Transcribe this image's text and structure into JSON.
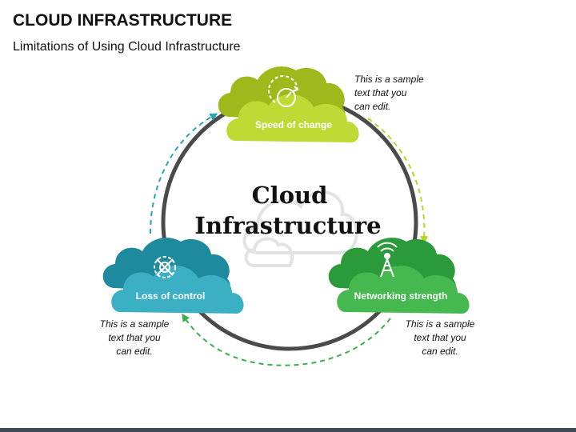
{
  "header": {
    "title": "CLOUD INFRASTRUCTURE",
    "subtitle": "Limitations of Using Cloud Infrastructure"
  },
  "center": {
    "line1": "Cloud",
    "line2": "Infrastructure"
  },
  "nodes": [
    {
      "id": "speed",
      "label": "Speed of change",
      "icon": "speedometer-icon",
      "color": "#b7d32a",
      "note": [
        "This is a sample",
        "text that you",
        "can edit."
      ]
    },
    {
      "id": "loss",
      "label": "Loss of control",
      "icon": "gear-brain-icon",
      "color": "#2aa3b8",
      "note": [
        "This is a sample",
        "text that you",
        "can edit."
      ]
    },
    {
      "id": "network",
      "label": "Networking strength",
      "icon": "antenna-tower-icon",
      "color": "#3aae4a",
      "note": [
        "This is a sample",
        "text that you",
        "can edit."
      ]
    }
  ],
  "colors": {
    "ring": "#4a4a4a",
    "arrow_teal": "#2aa3b8",
    "arrow_lime": "#b7d32a",
    "arrow_green": "#3aae4a",
    "watermark": "#e3e3e3",
    "bottom_bar": "#3d4a5a"
  }
}
